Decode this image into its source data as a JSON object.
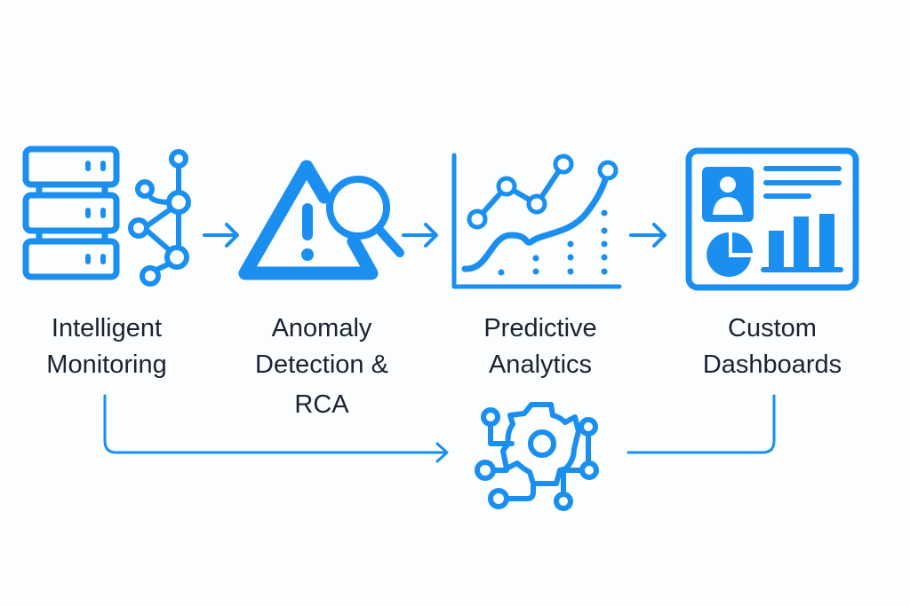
{
  "colors": {
    "accent": "#1a8ff0",
    "text": "#1a2332",
    "background": "#fbfdfe"
  },
  "steps": [
    {
      "icon": "server-network-icon",
      "lines": [
        "Intelligent",
        "Monitoring"
      ]
    },
    {
      "icon": "warning-search-icon",
      "lines": [
        "Anomaly",
        "Detection &",
        "RCA"
      ]
    },
    {
      "icon": "line-chart-icon",
      "lines": [
        "Predictive",
        "Analytics"
      ]
    },
    {
      "icon": "dashboard-icon",
      "lines": [
        "Custom",
        "Dashboards"
      ]
    }
  ],
  "hub": {
    "icon": "gear-circuit-icon"
  }
}
